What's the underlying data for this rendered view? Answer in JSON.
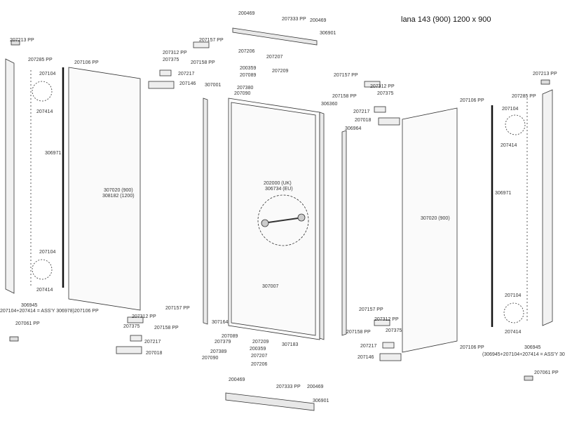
{
  "title": "lana 143 (900)  1200 x 900",
  "parts": {
    "p200469_tl": "200469",
    "p207333_top": "207333 PP",
    "p200469_tr": "200469",
    "p306901_top": "306901",
    "p207213_left": "207213 PP",
    "p207285_left": "207285 PP",
    "p207104_left_top": "207104",
    "p207414_left_top": "207414",
    "p306971_left": "306971",
    "p207104_left_bot": "207104",
    "p207414_left_bot": "207414",
    "p306945_left": "306945",
    "assy_left": "207104+207414 = ASS'Y 306978)",
    "p207061_left": "207061 PP",
    "p207106_left_top": "207106 PP",
    "p207106_left_bot": "207106 PP",
    "glass_left_a": "307020 (900)",
    "glass_left_b": "308182 (1200)",
    "p207312_tl": "207312 PP",
    "p207157_tl": "207157 PP",
    "p207375_tl": "207375",
    "p207158_tl": "207158 PP",
    "p207217_tl": "207217",
    "p207146_tl": "207146",
    "p307001": "307001",
    "p207206_top": "207206",
    "p207207_top": "207207",
    "p200359_top": "200359",
    "p207209_top": "207209",
    "p207089_top": "207089",
    "p207380_top": "207380",
    "p207090_top": "207090",
    "p306360": "306360",
    "handle_a": "202000 (UK)",
    "handle_b": "306734 (EU)",
    "door_center": "307007",
    "p307164": "307164",
    "p307183": "307183",
    "p207089_bot": "207089",
    "p207379_bot": "207379",
    "p207389_bot": "207389",
    "p207090_bot": "207090",
    "p207209_bot": "207209",
    "p200359_bot": "200359",
    "p207207_bot": "207207",
    "p207206_bot": "207206",
    "p207157_bl": "207157 PP",
    "p207312_bl": "207312 PP",
    "p207375_bl": "207375",
    "p207158_bl": "207158 PP",
    "p207217_bl": "207217",
    "p207018_bl": "207018",
    "p200469_bl": "200469",
    "p207333_bot": "207333 PP",
    "p200469_br": "200469",
    "p306901_bot": "306901",
    "p207157_tr": "207157 PP",
    "p207312_tr": "207312 PP",
    "p207158_tr": "207158 PP",
    "p207375_tr": "207375",
    "p207217_tr": "207217",
    "p207018_tr": "207018",
    "p306964": "306964",
    "glass_right": "307020 (900)",
    "p207106_right_top": "207106 PP",
    "p207106_right_bot": "207106 PP",
    "p207213_right": "207213 PP",
    "p207285_right": "207285 PP",
    "p207104_right_top": "207104",
    "p207414_right_top": "207414",
    "p306971_right": "306971",
    "p207104_right_bot": "207104",
    "p207414_right_bot": "207414",
    "p306945_right": "306945",
    "assy_right": "(306945+207104+207414 = ASS'Y 30",
    "p207061_right": "207061 PP",
    "p207157_br": "207157 PP",
    "p207312_br": "207312 PP",
    "p207158_br": "207158 PP",
    "p207375_br": "207375",
    "p207217_br": "207217",
    "p207146_br": "207146"
  }
}
